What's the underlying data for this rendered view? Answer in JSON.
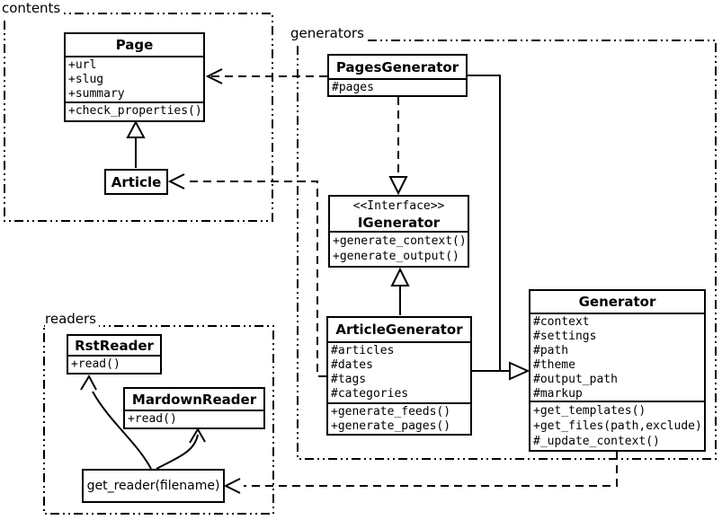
{
  "packages": {
    "contents": "contents",
    "generators": "generators",
    "readers": "readers"
  },
  "classes": {
    "page": {
      "title": "Page",
      "attrs": [
        "+url",
        "+slug",
        "+summary"
      ],
      "methods": [
        "+check_properties()"
      ]
    },
    "article": {
      "title": "Article"
    },
    "pagesGenerator": {
      "title": "PagesGenerator",
      "attrs": [
        "#pages"
      ]
    },
    "iGenerator": {
      "stereotype": "<<Interface>>",
      "title": "IGenerator",
      "methods": [
        "+generate_context()",
        "+generate_output()"
      ]
    },
    "articleGenerator": {
      "title": "ArticleGenerator",
      "attrs": [
        "#articles",
        "#dates",
        "#tags",
        "#categories"
      ],
      "methods": [
        "+generate_feeds()",
        "+generate_pages()"
      ]
    },
    "generator": {
      "title": "Generator",
      "attrs": [
        "#context",
        "#settings",
        "#path",
        "#theme",
        "#output_path",
        "#markup"
      ],
      "methods": [
        "+get_templates()",
        "+get_files(path,exclude)",
        "#_update_context()"
      ]
    },
    "rstReader": {
      "title": "RstReader",
      "methods": [
        "+read()"
      ]
    },
    "mardownReader": {
      "title": "MardownReader",
      "methods": [
        "+read()"
      ]
    },
    "getReader": {
      "title": "get_reader(filename)"
    }
  },
  "colors": {
    "stroke": "#000000",
    "background": "#ffffff"
  }
}
